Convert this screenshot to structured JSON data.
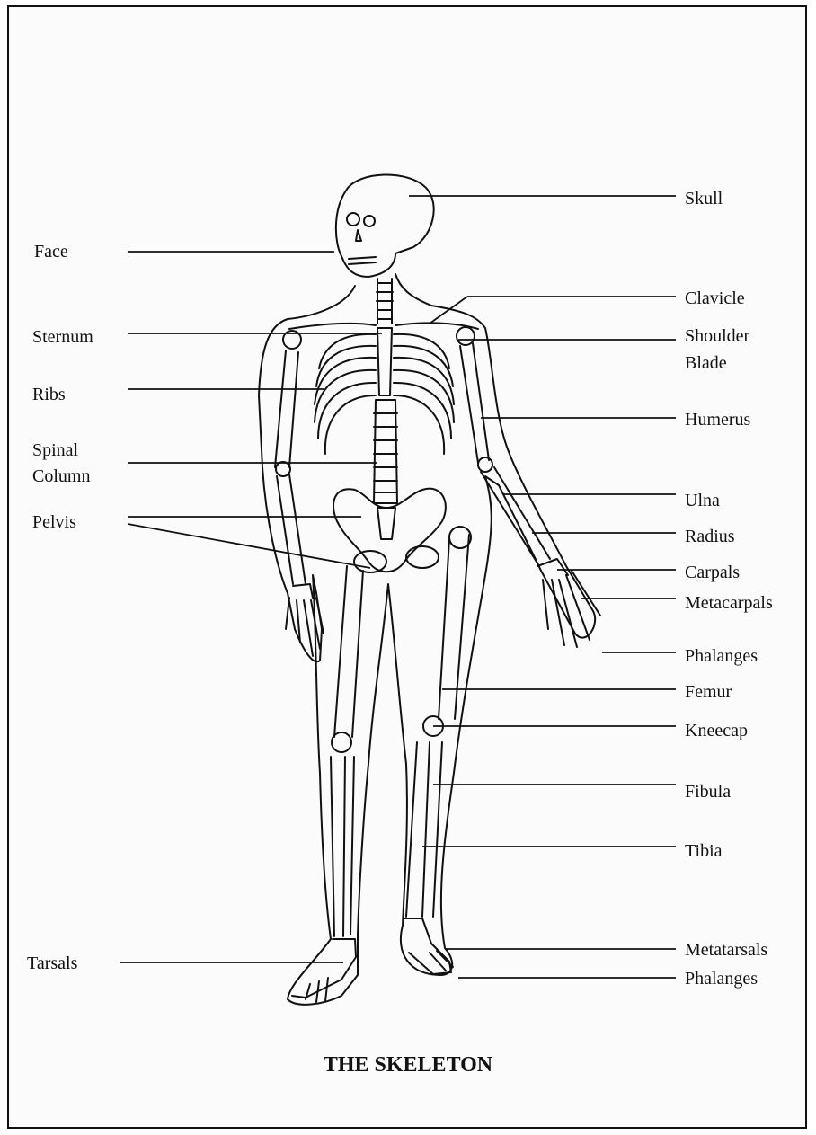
{
  "diagram": {
    "title": "THE SKELETON",
    "labels": {
      "skull": "Skull",
      "face": "Face",
      "clavicle": "Clavicle",
      "sternum": "Sternum",
      "shoulder_blade_1": "Shoulder",
      "shoulder_blade_2": "Blade",
      "ribs": "Ribs",
      "humerus": "Humerus",
      "spinal_column_1": "Spinal",
      "spinal_column_2": "Column",
      "ulna": "Ulna",
      "pelvis": "Pelvis",
      "radius": "Radius",
      "carpals": "Carpals",
      "metacarpals": "Metacarpals",
      "phalanges_hand": "Phalanges",
      "femur": "Femur",
      "kneecap": "Kneecap",
      "fibula": "Fibula",
      "tibia": "Tibia",
      "tarsals": "Tarsals",
      "metatarsals": "Metatarsals",
      "phalanges_foot": "Phalanges"
    }
  }
}
